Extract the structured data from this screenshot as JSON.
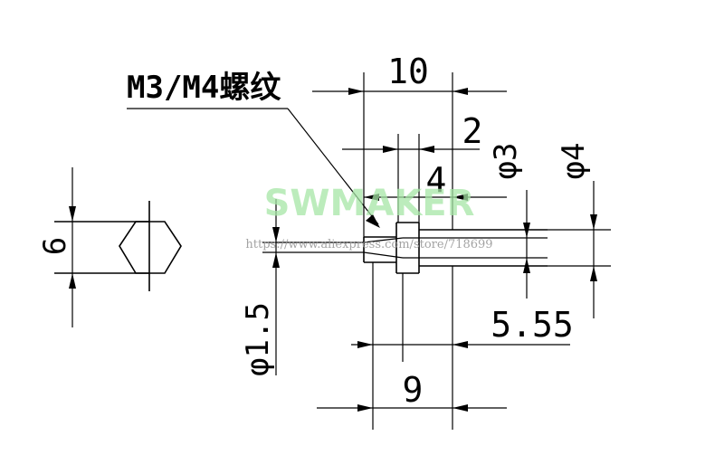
{
  "drawing": {
    "thread_label": "M3/M4螺纹",
    "dim_total_length": "10",
    "dim_shoulder": "2",
    "dim_step": "4",
    "dim_phi3": "φ3",
    "dim_phi4": "φ4",
    "dim_hex_across_flats": "6",
    "dim_phi1_5": "φ1.5",
    "dim_5_55": "5.55",
    "dim_9": "9"
  },
  "watermark": {
    "brand": "SWMAKER",
    "url": "https://www.aliexpress.com/store/718699"
  }
}
